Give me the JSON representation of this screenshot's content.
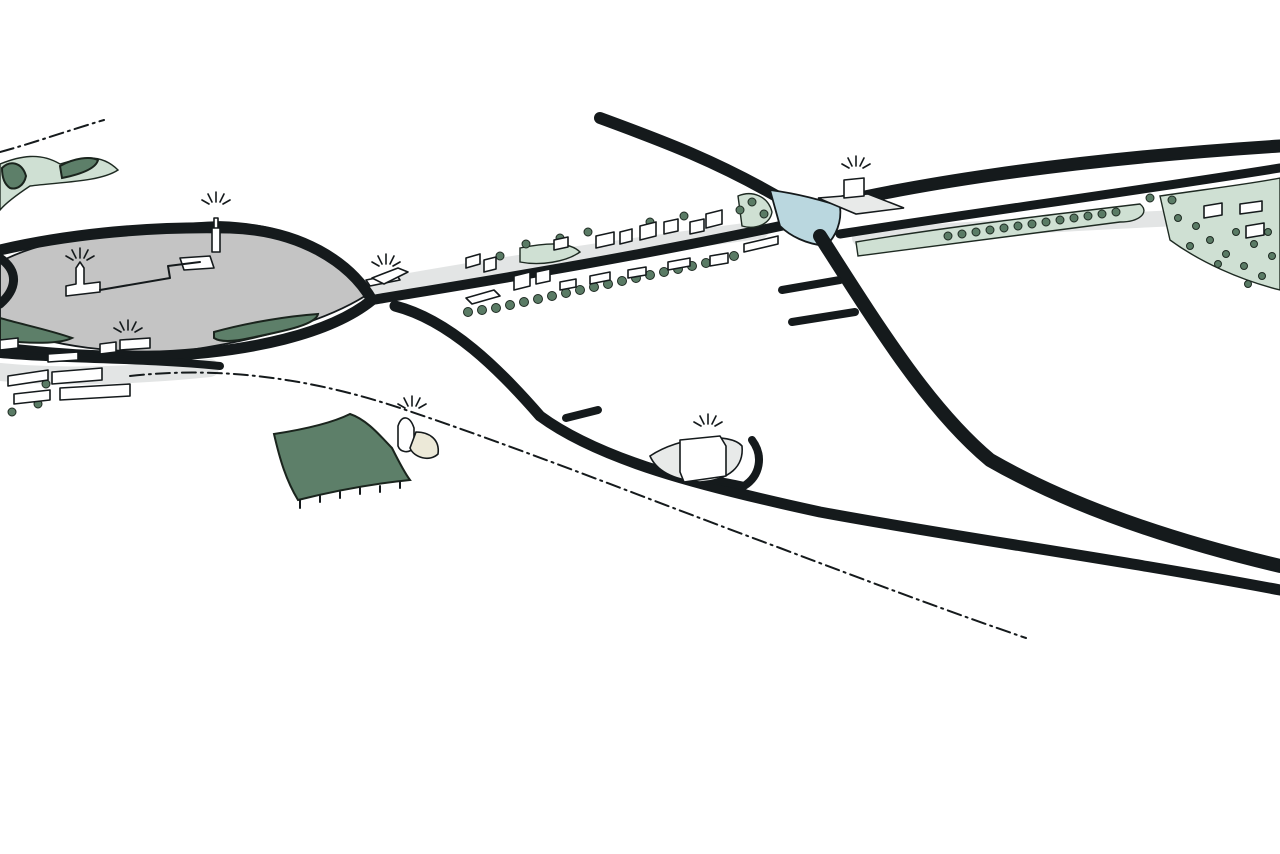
{
  "colors": {
    "water": "#bad7df",
    "ink": "#151a1c",
    "urban": "#c4c4c4",
    "road": "#e3e5e5",
    "greenery_light": "#cfe0d3",
    "greenery_dark": "#5d7f69",
    "tree": "#5a7b65",
    "background": "#ffffff"
  },
  "features": {
    "waterways": [
      "main-canal",
      "northeast-canal",
      "north-branch",
      "south-canal",
      "east-diagonal-canal",
      "town-ring-canal"
    ],
    "landmarks": [
      "church-tower",
      "church",
      "town-harbour",
      "lakeside-pavilion",
      "canal-cross-monument",
      "polder-building",
      "woodland-monument",
      "north-pavilion"
    ],
    "boundary": "dash-dot-border-line",
    "woodland_count": 1
  },
  "icons": {
    "landmark_marker": "attention-rays-icon",
    "tree": "round-tree-icon"
  }
}
